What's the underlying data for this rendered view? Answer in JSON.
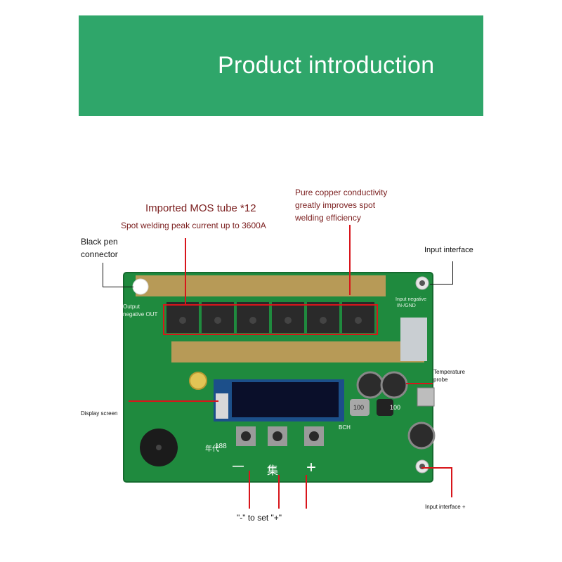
{
  "banner": {
    "title": "Product introduction",
    "color": "#2fa66a"
  },
  "callouts": {
    "mos": "Imported MOS tube *12",
    "mos_sub": "Spot welding peak current up to 3600A",
    "copper_1": "Pure copper conductivity",
    "copper_2": "greatly improves spot",
    "copper_3": "welding efficiency",
    "black_pen_1": "Black pen",
    "black_pen_2": "connector",
    "input_interface": "Input interface",
    "temperature_1": "Temperature",
    "temperature_2": "probe",
    "display_screen": "Display screen",
    "input_interface_plus": "Input interface +",
    "set_keys": "\"-\" to set \"+\""
  },
  "board": {
    "output_label_1": "Output",
    "output_label_2": "negative OUT",
    "input_neg_1": "Input negative",
    "input_neg_2": "IN-/GND",
    "minus_symbol": "—",
    "set_symbol": "集",
    "plus_symbol": "+",
    "model_text": "188",
    "cap_value_1": "100",
    "cap_value_2": "100",
    "silk_1": "年代",
    "silk_2": "BCH",
    "board_color": "#1f8a3e",
    "copper_color": "#b79a57",
    "highlight_color": "#d8151b"
  }
}
